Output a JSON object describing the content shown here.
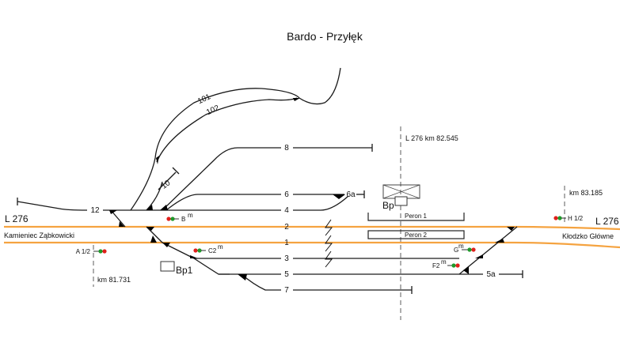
{
  "title": "Bardo - Przyłęk",
  "line_labels": {
    "left": "L 276",
    "right": "L 276"
  },
  "directions": {
    "left": "Kamieniec Ząbkowicki",
    "right": "Kłodzko Główne"
  },
  "kilometers": {
    "station_axis": "L 276  km  82.545",
    "left_signal": "km  81.731",
    "right_signal": "km  83.185"
  },
  "tracks": [
    "1",
    "2",
    "3",
    "4",
    "5",
    "5a",
    "6",
    "6a",
    "7",
    "8",
    "10",
    "12",
    "101",
    "102"
  ],
  "track_labels": {
    "t1": "1",
    "t2": "2",
    "t3": "3",
    "t4": "4",
    "t5": "5",
    "t5a": "5a",
    "t6": "6",
    "t6a": "6a",
    "t7": "7",
    "t8": "8",
    "t10": "10",
    "t12": "12",
    "t101": "101",
    "t102": "102"
  },
  "platforms": {
    "p1": "Peron 1",
    "p2": "Peron 2"
  },
  "buildings": {
    "bp": "Bp",
    "bp1": "Bp1"
  },
  "signals": {
    "A": {
      "name": "A 1/2",
      "sup": ""
    },
    "B": {
      "name": "B",
      "sup": "m"
    },
    "C2": {
      "name": "C2",
      "sup": "m"
    },
    "G": {
      "name": "G",
      "sup": "m"
    },
    "F2": {
      "name": "F2",
      "sup": "m"
    },
    "H": {
      "name": "H 1/2",
      "sup": ""
    }
  },
  "colors": {
    "main_track": "#f5a340",
    "signal_red": "#e0201c",
    "signal_green": "#1f9a2a"
  }
}
